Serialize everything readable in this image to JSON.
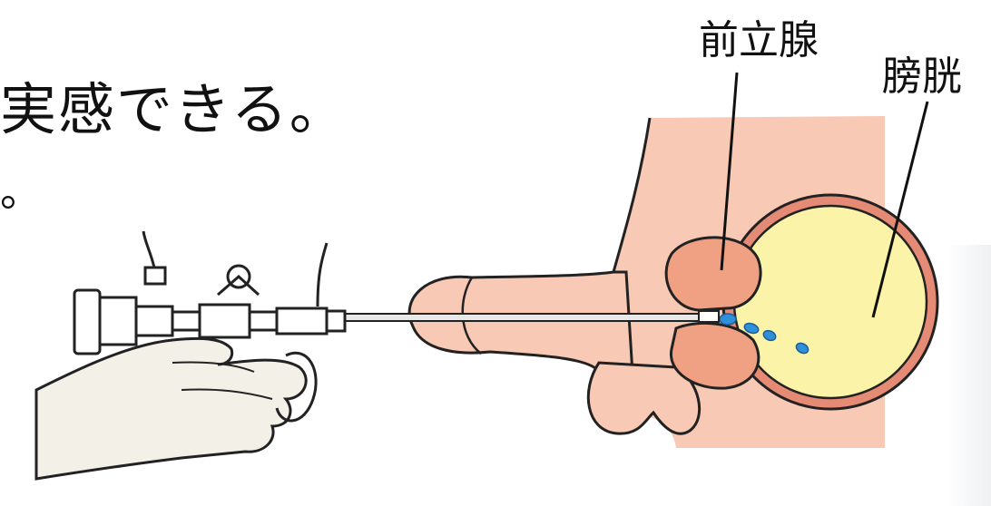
{
  "text": {
    "line1": "実感できる。",
    "line2": "。"
  },
  "labels": {
    "prostate": "前立腺",
    "bladder": "膀胱"
  },
  "colors": {
    "skin": "#f8c9b4",
    "prostate": "#f0a184",
    "bladder_wall": "#e58a74",
    "bladder_fill": "#fbf3a8",
    "glove": "#f3f0e8",
    "outline": "#222222",
    "water": "#2f8fd8"
  },
  "icons": [
    "resectoscope-icon",
    "hand-icon",
    "water-drop-icon"
  ]
}
